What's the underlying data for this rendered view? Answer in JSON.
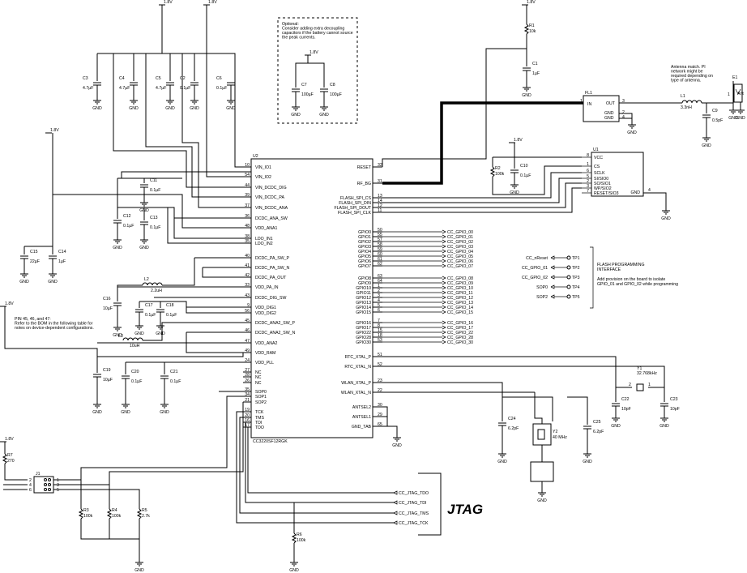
{
  "supply": {
    "label": "1.8V"
  },
  "ground": {
    "label": "GND"
  },
  "top_caps": [
    {
      "ref": "C3",
      "value": "4.7µF"
    },
    {
      "ref": "C4",
      "value": "4.7µF"
    },
    {
      "ref": "C5",
      "value": "4.7µF"
    },
    {
      "ref": "C2",
      "value": "0.1µF"
    },
    {
      "ref": "C6",
      "value": "0.1µF"
    }
  ],
  "optional_box": {
    "lines": [
      "Optional:",
      "Consider adding extra decoupling",
      "capacitors if the battery cannot source",
      "the peak currents."
    ],
    "caps": [
      {
        "ref": "C7",
        "value": "100µF"
      },
      {
        "ref": "C8",
        "value": "100µF"
      }
    ]
  },
  "r1": {
    "ref": "R1",
    "value": "10k"
  },
  "c1": {
    "ref": "C1",
    "value": "1µF"
  },
  "antenna_note": [
    "Antenna match. PI",
    "network might be",
    "required depending on",
    "type of antenna."
  ],
  "antenna": {
    "ref": "E1",
    "pin": "1",
    "pin2": "2",
    "name": "Ant"
  },
  "filter": {
    "ref": "FL1",
    "in": "IN",
    "out": "OUT",
    "gnd": "GND",
    "pins": [
      "1",
      "2",
      "3",
      "4"
    ]
  },
  "l1": {
    "ref": "L1",
    "value": "3.3nH"
  },
  "c9": {
    "ref": "C9",
    "value": "0.5pF"
  },
  "u2": {
    "ref": "U2",
    "part": "CC3220SF12RGK",
    "left_pins": [
      {
        "num": "10",
        "name": "VIN_IO1"
      },
      {
        "num": "54",
        "name": "VIN_IO2"
      },
      {
        "num": "44",
        "name": "VIN_DCDC_DIG"
      },
      {
        "num": "39",
        "name": "VIN_DCDC_PA"
      },
      {
        "num": "37",
        "name": "VIN_DCDC_ANA"
      },
      {
        "num": "36",
        "name": "DCDC_ANA_SW"
      },
      {
        "num": "48",
        "name": "VDD_ANA1"
      },
      {
        "num": "38",
        "name": "LDO_IN1"
      },
      {
        "num": "35",
        "name": "LDO_IN2"
      },
      {
        "num": "40",
        "name": "DCDC_PA_SW_P"
      },
      {
        "num": "41",
        "name": "DCDC_PA_SW_N"
      },
      {
        "num": "42",
        "name": "DCDC_PA_OUT"
      },
      {
        "num": "33",
        "name": "VDD_PA_IN"
      },
      {
        "num": "43",
        "name": "DCDC_DIG_SW"
      },
      {
        "num": "9",
        "name": "VDD_DIG1"
      },
      {
        "num": "56",
        "name": "VDD_DIG2"
      },
      {
        "num": "45",
        "name": "DCDC_ANA2_SW_P"
      },
      {
        "num": "46",
        "name": "DCDC_ANA2_SW_N"
      },
      {
        "num": "47",
        "name": "VDD_ANA2"
      },
      {
        "num": "49",
        "name": "VDD_RAM"
      },
      {
        "num": "24",
        "name": "VDD_PLL"
      },
      {
        "num": "27",
        "name": "NC"
      },
      {
        "num": "28",
        "name": "NC"
      },
      {
        "num": "26",
        "name": "NC"
      },
      {
        "num": "35",
        "name": "SOP0"
      },
      {
        "num": "34",
        "name": "SOP1"
      },
      {
        "num": "21",
        "name": "SOP2"
      },
      {
        "num": "19",
        "name": "TCK"
      },
      {
        "num": "20",
        "name": "TMS"
      },
      {
        "num": "16",
        "name": "TDI"
      },
      {
        "num": "17",
        "name": "TDO"
      }
    ],
    "right_pins": [
      {
        "num": "32",
        "name": "RESET"
      },
      {
        "num": "31",
        "name": "RF_BG"
      },
      {
        "num": "13",
        "name": "FLASH_SPI_CS"
      },
      {
        "num": "14",
        "name": "FLASH_SPI_DIN"
      },
      {
        "num": "12",
        "name": "FLASH_SPI_DOUT"
      },
      {
        "num": "11",
        "name": "FLASH_SPI_CLK"
      },
      {
        "num": "50",
        "name": "GPIO0"
      },
      {
        "num": "55",
        "name": "GPIO1"
      },
      {
        "num": "57",
        "name": "GPIO2"
      },
      {
        "num": "58",
        "name": "GPIO3"
      },
      {
        "num": "59",
        "name": "GPIO4"
      },
      {
        "num": "60",
        "name": "GPIO5"
      },
      {
        "num": "61",
        "name": "GPIO6"
      },
      {
        "num": "62",
        "name": "GPIO7"
      },
      {
        "num": "63",
        "name": "GPIO8"
      },
      {
        "num": "64",
        "name": "GPIO9"
      },
      {
        "num": "1",
        "name": "GPIO10"
      },
      {
        "num": "2",
        "name": "GPIO11"
      },
      {
        "num": "3",
        "name": "GPIO12"
      },
      {
        "num": "4",
        "name": "GPIO13"
      },
      {
        "num": "5",
        "name": "GPIO14"
      },
      {
        "num": "6",
        "name": "GPIO15"
      },
      {
        "num": "7",
        "name": "GPIO16"
      },
      {
        "num": "8",
        "name": "GPIO17"
      },
      {
        "num": "15",
        "name": "GPIO22"
      },
      {
        "num": "18",
        "name": "GPIO28"
      },
      {
        "num": "53",
        "name": "GPIO30"
      },
      {
        "num": "51",
        "name": "RTC_XTAL_P"
      },
      {
        "num": "52",
        "name": "RTC_XTAL_N"
      },
      {
        "num": "23",
        "name": "WLAN_XTAL_P"
      },
      {
        "num": "22",
        "name": "WLAN_XTAL_N"
      },
      {
        "num": "30",
        "name": "ANTSEL2"
      },
      {
        "num": "29",
        "name": "ANTSEL1"
      },
      {
        "num": "65",
        "name": "GND_TAB"
      }
    ]
  },
  "gpio_nets": [
    "CC_GPIO_00",
    "CC_GPIO_01",
    "CC_GPIO_02",
    "CC_GPIO_03",
    "CC_GPIO_04",
    "CC_GPIO_05",
    "CC_GPIO_06",
    "CC_GPIO_07",
    "CC_GPIO_08",
    "CC_GPIO_09",
    "CC_GPIO_10",
    "CC_GPIO_11",
    "CC_GPIO_12",
    "CC_GPIO_13",
    "CC_GPIO_14",
    "CC_GPIO_15",
    "CC_GPIO_16",
    "CC_GPIO_17",
    "CC_GPIO_22",
    "CC_GPIO_28",
    "CC_GPIO_30"
  ],
  "u1": {
    "ref": "U1",
    "pins": [
      {
        "num": "8",
        "name": "VCC"
      },
      {
        "num": "1",
        "name": "CS"
      },
      {
        "num": "6",
        "name": "SCLK"
      },
      {
        "num": "5",
        "name": "SI/SIO0"
      },
      {
        "num": "2",
        "name": "SO/SIO1"
      },
      {
        "num": "3",
        "name": "WP/SIO2"
      },
      {
        "num": "7",
        "name": "RESET/SIO3"
      }
    ],
    "gnd_pin": {
      "num": "4",
      "name": "GND"
    }
  },
  "r2": {
    "ref": "R2",
    "value": "100k"
  },
  "c10": {
    "ref": "C10",
    "value": "0.1µF"
  },
  "mid_caps": [
    {
      "ref": "C11",
      "value": "0.1µF"
    },
    {
      "ref": "C12",
      "value": "0.1µF"
    },
    {
      "ref": "C13",
      "value": "0.1µF"
    },
    {
      "ref": "C15",
      "value": "22µF"
    },
    {
      "ref": "C14",
      "value": "1µF"
    },
    {
      "ref": "C16",
      "value": "10µF"
    },
    {
      "ref": "C17",
      "value": "0.1µF"
    },
    {
      "ref": "C18",
      "value": "0.1µF"
    },
    {
      "ref": "C19",
      "value": "10µF"
    },
    {
      "ref": "C20",
      "value": "0.1µF"
    },
    {
      "ref": "C21",
      "value": "0.1µF"
    }
  ],
  "l2": {
    "ref": "L2",
    "value": "2.2uH"
  },
  "l3": {
    "ref": "L3",
    "value": "10uH"
  },
  "pin_note": [
    "PIN 45, 46, and 47:",
    "Refer to the BOM in the following table for",
    "notes on device-dependent configurations."
  ],
  "test_points": [
    {
      "net": "CC_nReset",
      "tp": "TP1"
    },
    {
      "net": "CC_GPIO_01",
      "tp": "TP2"
    },
    {
      "net": "CC_GPIO_02",
      "tp": "TP3"
    },
    {
      "net": "SOP0",
      "tp": "TP4"
    },
    {
      "net": "SOP2",
      "tp": "TP5"
    }
  ],
  "flash_note": {
    "title": [
      "FLASH PROGRAMMING",
      "INTERFACE"
    ],
    "lines": [
      "Add provision on the board to isolate",
      "GPIO_01 and GPIO_02 while programming"
    ]
  },
  "y1": {
    "ref": "Y1",
    "value": "32.768kHz",
    "pin1": "1",
    "pin2": "2"
  },
  "c22": {
    "ref": "C22",
    "value": "10pF"
  },
  "c23": {
    "ref": "C23",
    "value": "10pF"
  },
  "y2": {
    "ref": "Y2",
    "value": "40 MHz"
  },
  "c24": {
    "ref": "C24",
    "value": "6.2pF"
  },
  "c25": {
    "ref": "C25",
    "value": "6.2pF"
  },
  "r7": {
    "ref": "R7",
    "value": "270"
  },
  "j1": {
    "ref": "J1",
    "pins": [
      "1",
      "2",
      "3",
      "4",
      "5",
      "6"
    ]
  },
  "pulls": [
    {
      "ref": "R3",
      "value": "100k"
    },
    {
      "ref": "R4",
      "value": "100k"
    },
    {
      "ref": "R5",
      "value": "2.7k"
    },
    {
      "ref": "R6",
      "value": "100k"
    }
  ],
  "jtag": {
    "title": "JTAG",
    "nets": [
      "CC_JTAG_TDO",
      "CC_JTAG_TDI",
      "CC_JTAG_TMS",
      "CC_JTAG_TCK"
    ]
  }
}
